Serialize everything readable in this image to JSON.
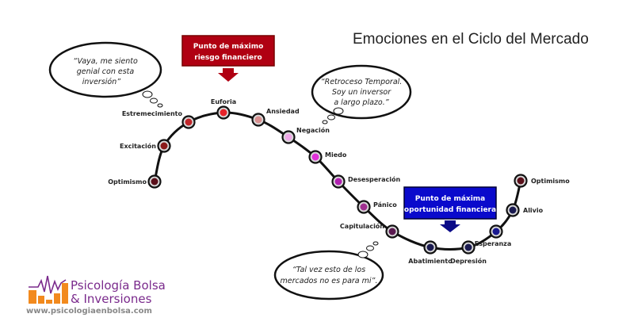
{
  "title": "Emociones en el Ciclo del Mercado",
  "stages": [
    {
      "label": "Optimismo",
      "color": "#5a0f1a"
    },
    {
      "label": "Excitación",
      "color": "#8b1a1a"
    },
    {
      "label": "Estremecimiento",
      "color": "#c0262a"
    },
    {
      "label": "Euforia",
      "color": "#e8232a"
    },
    {
      "label": "Ansiedad",
      "color": "#d99090"
    },
    {
      "label": "Negación",
      "color": "#f0a8e8"
    },
    {
      "label": "Miedo",
      "color": "#e030d8"
    },
    {
      "label": "Desesperación",
      "color": "#b020b0"
    },
    {
      "label": "Pánico",
      "color": "#a03090"
    },
    {
      "label": "Capitulación",
      "color": "#5a1a50"
    },
    {
      "label": "Abatimiento",
      "color": "#1a1a50"
    },
    {
      "label": "Depresión",
      "color": "#1a1a50"
    },
    {
      "label": "Esperanza",
      "color": "#1a1a90"
    },
    {
      "label": "Alivio",
      "color": "#1a1a50"
    },
    {
      "label": "Optimismo",
      "color": "#5a0f1a"
    }
  ],
  "risk_box": {
    "line1": "Punto de máximo",
    "line2": "riesgo financiero",
    "color": "#b00012"
  },
  "opportunity_box": {
    "line1": "Punto de máxima",
    "line2": "oportunidad financiera",
    "color": "#0a0acc"
  },
  "bubbles": {
    "euphoria": [
      "“Vaya, me siento",
      "genial con esta",
      "inversión”"
    ],
    "denial": [
      "“Retroceso Temporal.",
      "Soy un inversor",
      "a largo plazo.”"
    ],
    "capitulation": [
      "“Tal vez esto de los",
      "mercados no es para mi”."
    ]
  },
  "logo": {
    "line1": "Psicología Bolsa",
    "line2": "& Inversiones",
    "url": "www.psicologiaenbolsa.com"
  }
}
